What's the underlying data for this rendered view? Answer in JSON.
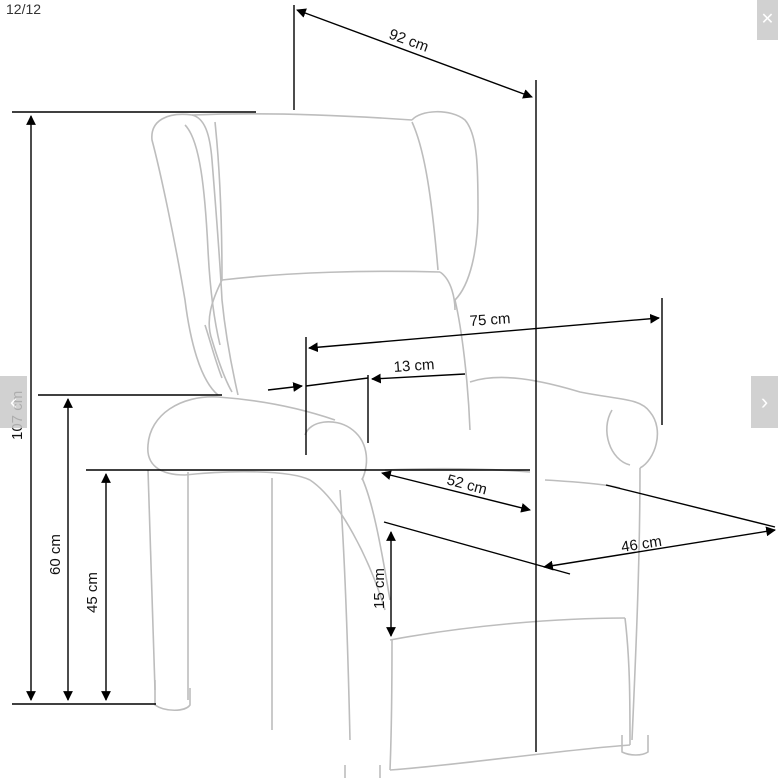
{
  "gallery": {
    "counter": "12/12",
    "prev_glyph": "‹",
    "next_glyph": "›",
    "close_glyph": "✕"
  },
  "dimensions": {
    "overall_depth": "92 cm",
    "overall_height": "107 cm",
    "armrest_height": "60 cm",
    "seat_height": "45 cm",
    "overall_width": "75 cm",
    "armrest_width": "13 cm",
    "seat_width": "52 cm",
    "seat_depth": "46 cm",
    "leg_lift": "15 cm"
  },
  "colors": {
    "outline": "#bdbdbd",
    "dimension_line": "#000000",
    "nav_button": "#c9c9c9"
  }
}
